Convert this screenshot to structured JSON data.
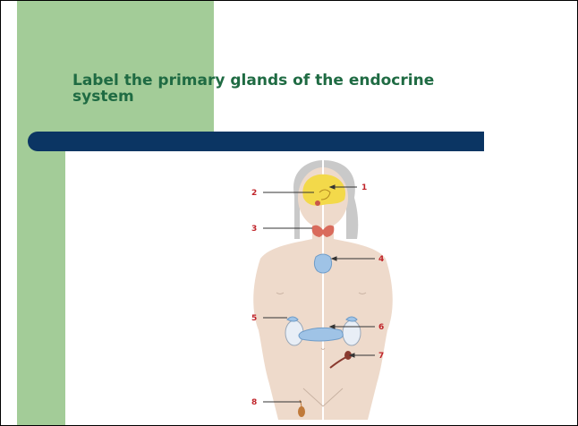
{
  "slide": {
    "title": "Label the primary glands of the endocrine system"
  },
  "diagram": {
    "labels": [
      "1",
      "2",
      "3",
      "4",
      "5",
      "6",
      "7",
      "8"
    ],
    "colors": {
      "skin": "#eedacb",
      "hair": "#c9c9c9",
      "brain": "#f3d94a",
      "thyroid": "#d96b5c",
      "gland_blue": "#9fc3e6",
      "kidney": "#e8eef6",
      "ovary": "#8a3a2f",
      "testis": "#c07a3a",
      "label_red": "#c0242a",
      "accent_navy": "#0b3563",
      "accent_green": "#a3cc98",
      "title_green": "#1f6b43"
    }
  }
}
